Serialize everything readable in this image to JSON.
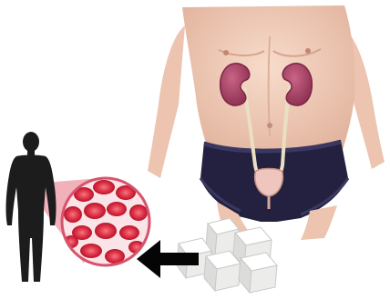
{
  "figure": {
    "objects": [
      "torso-photo",
      "kidney-left",
      "kidney-right",
      "ureter-left",
      "ureter-right",
      "bladder",
      "silhouette-figure",
      "blood-cells-magnifier",
      "sugar-cubes",
      "pointer-arrow"
    ]
  },
  "colors": {
    "skin": "#f2d2bf",
    "skin_shade": "#dcae98",
    "kidney": "#b24a6c",
    "kidney_dark": "#7d2646",
    "ureter": "#eadfc2",
    "briefs": "#23213f",
    "silhouette": "#1c1c1c",
    "zoom_pink": "#f0a8b4",
    "magnifier_ring": "#d7536d",
    "cell_fill": "#d9263e",
    "cell_center": "#f06673",
    "sugar": "#f4f4f2",
    "sugar_shade": "#d2d2d0",
    "arrow": "#050505"
  }
}
